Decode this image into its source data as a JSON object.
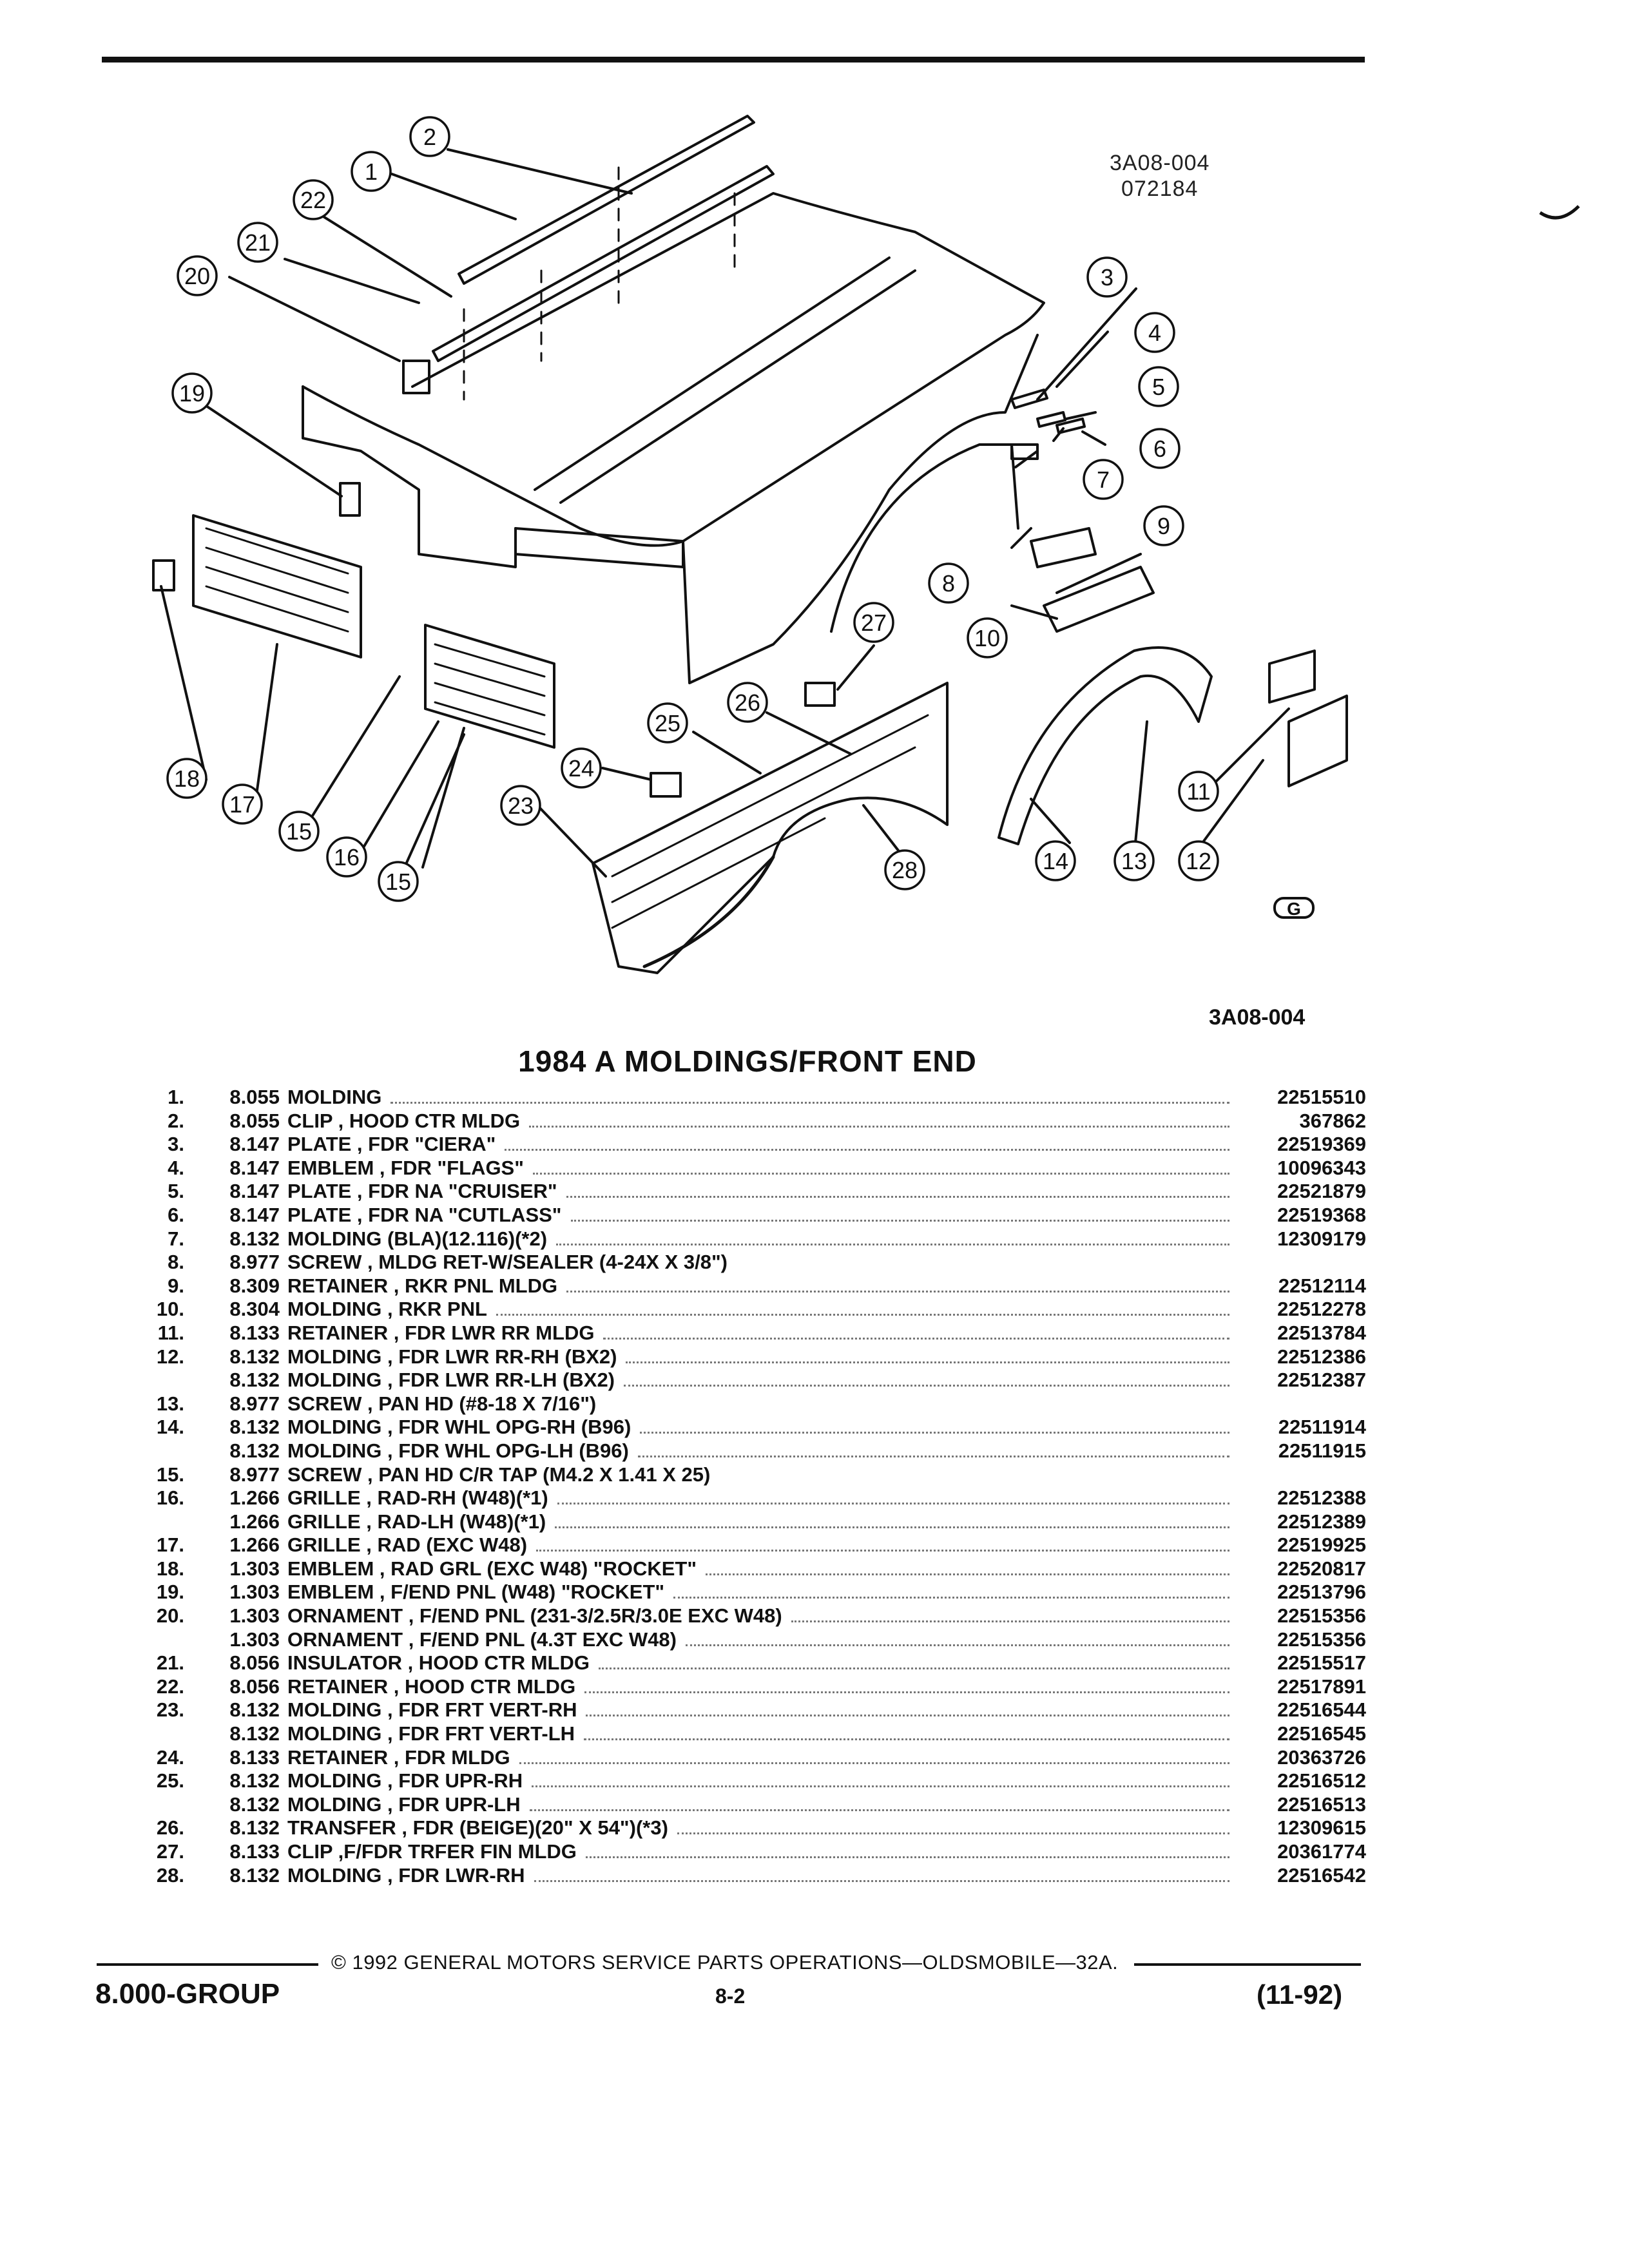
{
  "figure": {
    "ref_top_line1": "3A08-004",
    "ref_top_line2": "072184",
    "ref_bottom": "3A08-004",
    "callouts": [
      "1",
      "2",
      "3",
      "4",
      "5",
      "6",
      "7",
      "8",
      "9",
      "10",
      "11",
      "12",
      "13",
      "14",
      "15",
      "15",
      "16",
      "17",
      "18",
      "19",
      "20",
      "21",
      "22",
      "23",
      "24",
      "25",
      "26",
      "27",
      "28"
    ],
    "g_logo": "G"
  },
  "title": "1984 A MOLDINGS/FRONT END",
  "parts": [
    {
      "num": "1.",
      "code": "8.055",
      "desc": "MOLDING",
      "pn": "22515510"
    },
    {
      "num": "2.",
      "code": "8.055",
      "desc": "CLIP , HOOD CTR MLDG",
      "pn": "367862"
    },
    {
      "num": "3.",
      "code": "8.147",
      "desc": "PLATE , FDR \"CIERA\"",
      "pn": "22519369"
    },
    {
      "num": "4.",
      "code": "8.147",
      "desc": "EMBLEM , FDR \"FLAGS\"",
      "pn": "10096343"
    },
    {
      "num": "5.",
      "code": "8.147",
      "desc": "PLATE , FDR NA \"CRUISER\"",
      "pn": "22521879"
    },
    {
      "num": "6.",
      "code": "8.147",
      "desc": "PLATE , FDR NA \"CUTLASS\"",
      "pn": "22519368"
    },
    {
      "num": "7.",
      "code": "8.132",
      "desc": "MOLDING (BLA)(12.116)(*2)",
      "pn": "12309179"
    },
    {
      "num": "8.",
      "code": "8.977",
      "desc": "SCREW , MLDG RET-W/SEALER (4-24X X 3/8\")",
      "pn": ""
    },
    {
      "num": "9.",
      "code": "8.309",
      "desc": "RETAINER , RKR PNL MLDG",
      "pn": "22512114"
    },
    {
      "num": "10.",
      "code": "8.304",
      "desc": "MOLDING , RKR PNL",
      "pn": "22512278"
    },
    {
      "num": "11.",
      "code": "8.133",
      "desc": "RETAINER , FDR LWR RR MLDG",
      "pn": "22513784"
    },
    {
      "num": "12.",
      "code": "8.132",
      "desc": "MOLDING , FDR LWR RR-RH (BX2)",
      "pn": "22512386"
    },
    {
      "num": "",
      "code": "8.132",
      "desc": "MOLDING , FDR LWR RR-LH (BX2)",
      "pn": "22512387"
    },
    {
      "num": "13.",
      "code": "8.977",
      "desc": "SCREW , PAN HD (#8-18 X 7/16\")",
      "pn": ""
    },
    {
      "num": "14.",
      "code": "8.132",
      "desc": "MOLDING , FDR WHL OPG-RH (B96)",
      "pn": "22511914"
    },
    {
      "num": "",
      "code": "8.132",
      "desc": "MOLDING , FDR WHL OPG-LH (B96)",
      "pn": "22511915"
    },
    {
      "num": "15.",
      "code": "8.977",
      "desc": "SCREW , PAN HD C/R TAP (M4.2 X 1.41 X 25)",
      "pn": ""
    },
    {
      "num": "16.",
      "code": "1.266",
      "desc": "GRILLE , RAD-RH (W48)(*1)",
      "pn": "22512388"
    },
    {
      "num": "",
      "code": "1.266",
      "desc": "GRILLE , RAD-LH (W48)(*1)",
      "pn": "22512389"
    },
    {
      "num": "17.",
      "code": "1.266",
      "desc": "GRILLE , RAD (EXC W48)",
      "pn": "22519925"
    },
    {
      "num": "18.",
      "code": "1.303",
      "desc": "EMBLEM , RAD GRL (EXC W48) \"ROCKET\"",
      "pn": "22520817"
    },
    {
      "num": "19.",
      "code": "1.303",
      "desc": "EMBLEM , F/END PNL (W48) \"ROCKET\"",
      "pn": "22513796"
    },
    {
      "num": "20.",
      "code": "1.303",
      "desc": "ORNAMENT , F/END PNL (231-3/2.5R/3.0E EXC W48)",
      "pn": "22515356"
    },
    {
      "num": "",
      "code": "1.303",
      "desc": "ORNAMENT , F/END PNL (4.3T EXC W48)",
      "pn": "22515356"
    },
    {
      "num": "21.",
      "code": "8.056",
      "desc": "INSULATOR , HOOD CTR MLDG",
      "pn": "22515517"
    },
    {
      "num": "22.",
      "code": "8.056",
      "desc": "RETAINER , HOOD CTR MLDG",
      "pn": "22517891"
    },
    {
      "num": "23.",
      "code": "8.132",
      "desc": "MOLDING , FDR FRT VERT-RH",
      "pn": "22516544"
    },
    {
      "num": "",
      "code": "8.132",
      "desc": "MOLDING , FDR FRT VERT-LH",
      "pn": "22516545"
    },
    {
      "num": "24.",
      "code": "8.133",
      "desc": "RETAINER , FDR MLDG",
      "pn": "20363726"
    },
    {
      "num": "25.",
      "code": "8.132",
      "desc": "MOLDING , FDR UPR-RH",
      "pn": "22516512"
    },
    {
      "num": "",
      "code": "8.132",
      "desc": "MOLDING , FDR UPR-LH",
      "pn": "22516513"
    },
    {
      "num": "26.",
      "code": "8.132",
      "desc": "TRANSFER , FDR (BEIGE)(20\" X 54\")(*3)",
      "pn": "12309615"
    },
    {
      "num": "27.",
      "code": "8.133",
      "desc": "CLIP ,F/FDR TRFER FIN MLDG",
      "pn": "20361774"
    },
    {
      "num": "28.",
      "code": "8.132",
      "desc": "MOLDING , FDR LWR-RH",
      "pn": "22516542"
    }
  ],
  "footer": {
    "copyright": "© 1992 GENERAL MOTORS SERVICE PARTS OPERATIONS—OLDSMOBILE—32A.",
    "group": "8.000-GROUP",
    "page": "8-2",
    "date_code": "(11-92)"
  }
}
